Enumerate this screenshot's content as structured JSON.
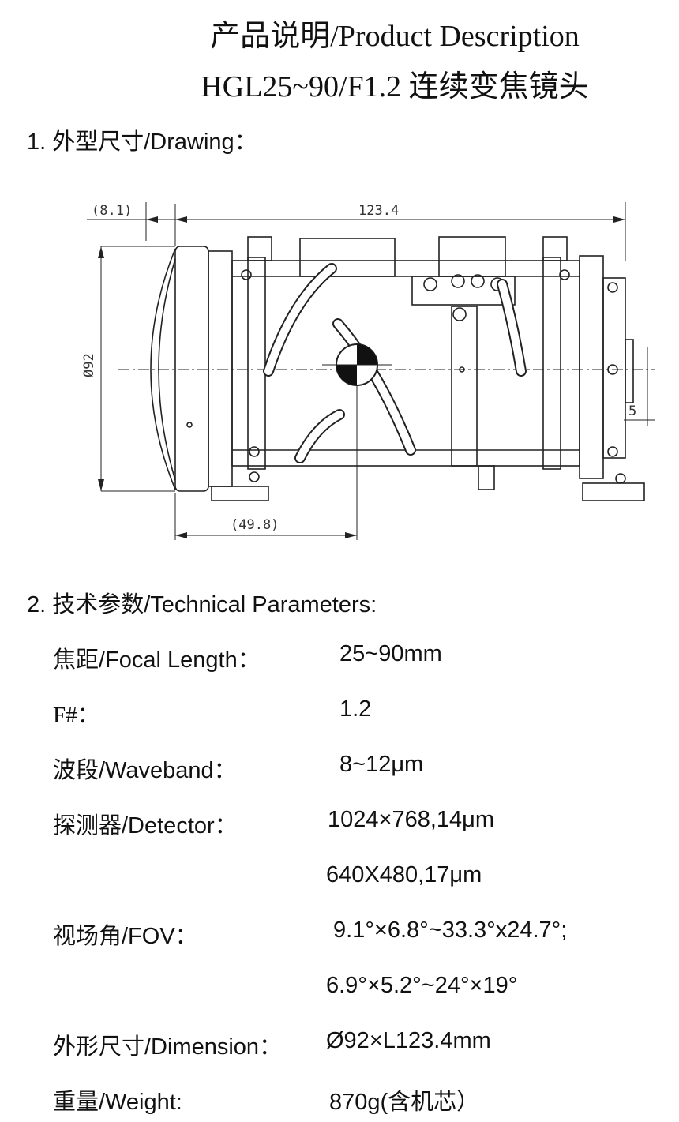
{
  "header": {
    "title_line1": "产品说明/Product Description",
    "title_line2": "HGL25~90/F1.2 连续变焦镜头"
  },
  "sections": {
    "drawing_heading": "1. 外型尺寸/Drawing：",
    "params_heading": "2. 技术参数/Technical Parameters:"
  },
  "drawing": {
    "dim_front": "(8.1)",
    "dim_length": "123.4",
    "dim_diameter": "Ø92",
    "dim_mount": "(49.8)",
    "dim_back": "5"
  },
  "params": {
    "focal_label": "焦距/Focal Length：",
    "focal_value": "25~90mm",
    "fnum_label": "F#：",
    "fnum_value": "1.2",
    "waveband_label": "波段/Waveband：",
    "waveband_value": "8~12μm",
    "detector_label": "探测器/Detector：",
    "detector_value1": "1024×768,14μm",
    "detector_value2": "640X480,17μm",
    "fov_label": "视场角/FOV：",
    "fov_value1": "9.1°×6.8°~33.3°x24.7°;",
    "fov_value2": "6.9°×5.2°~24°×19°",
    "dimension_label": "外形尺寸/Dimension：",
    "dimension_value": "Ø92×L123.4mm",
    "weight_label": "重量/Weight:",
    "weight_value": "870g(含机芯）"
  }
}
